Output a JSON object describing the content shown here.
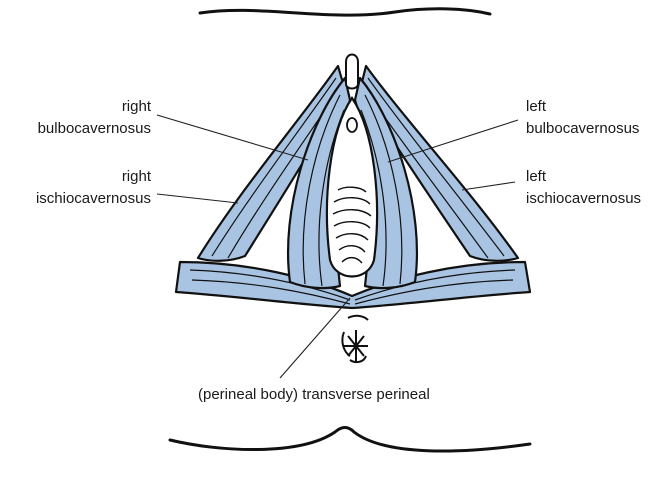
{
  "labels": {
    "right_bulbocavernosus": {
      "line1": "right",
      "line2": "bulbocavernosus"
    },
    "right_ischiocavernosus": {
      "line1": "right",
      "line2": "ischiocavernosus"
    },
    "left_bulbocavernosus": {
      "line1": "left",
      "line2": "bulbocavernosus"
    },
    "left_ischiocavernosus": {
      "line1": "left",
      "line2": "ischiocavernosus"
    },
    "perineal_body": "(perineal body) transverse perineal"
  },
  "colors": {
    "muscle": "#a9c4e3",
    "outline": "#111111",
    "leader": "#222222"
  }
}
